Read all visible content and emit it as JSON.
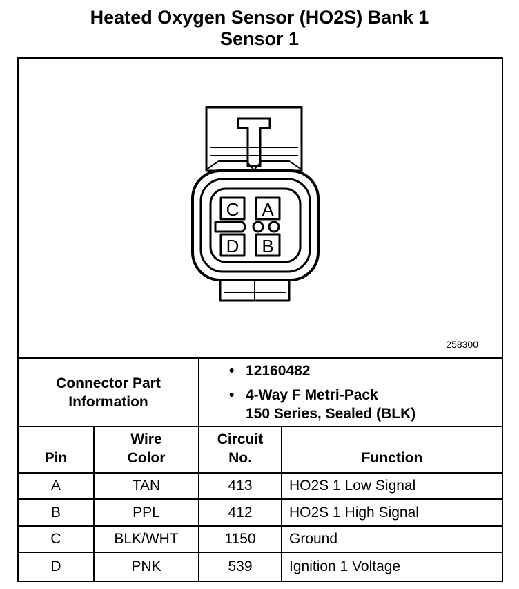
{
  "title": {
    "line1": "Heated Oxygen Sensor (HO2S) Bank 1",
    "line2": "Sensor 1"
  },
  "figure_number": "258300",
  "connector_pins": {
    "c": "C",
    "a": "A",
    "d": "D",
    "b": "B"
  },
  "connector_part": {
    "label_line1": "Connector Part",
    "label_line2": "Information",
    "part_number": "12160482",
    "description_line1": "4-Way F Metri-Pack",
    "description_line2": "150 Series, Sealed (BLK)"
  },
  "table": {
    "headers": {
      "pin": "Pin",
      "wire_color_line1": "Wire",
      "wire_color_line2": "Color",
      "circuit_line1": "Circuit",
      "circuit_line2": "No.",
      "function": "Function"
    },
    "rows": [
      {
        "pin": "A",
        "wire_color": "TAN",
        "circuit": "413",
        "function": "HO2S 1 Low Signal"
      },
      {
        "pin": "B",
        "wire_color": "PPL",
        "circuit": "412",
        "function": "HO2S 1 High Signal"
      },
      {
        "pin": "C",
        "wire_color": "BLK/WHT",
        "circuit": "1150",
        "function": "Ground"
      },
      {
        "pin": "D",
        "wire_color": "PNK",
        "circuit": "539",
        "function": "Ignition 1 Voltage"
      }
    ]
  }
}
